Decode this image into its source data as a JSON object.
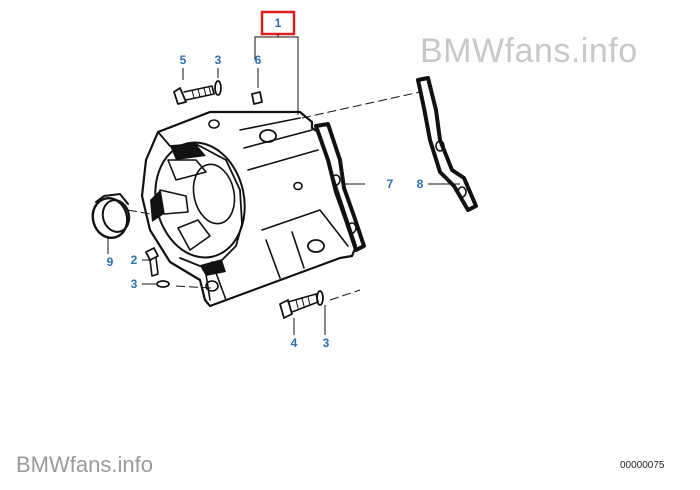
{
  "watermark_top": "BMWfans.info",
  "watermark_bottom": "BMWfans.info",
  "drawing_number": "00000075",
  "callouts": {
    "c1": "1",
    "c2": "2",
    "c3a": "3",
    "c3b": "3",
    "c3c": "3",
    "c4": "4",
    "c5": "5",
    "c6": "6",
    "c7": "7",
    "c8": "8",
    "c9": "9"
  },
  "colors": {
    "callout": "#2d6fb0",
    "highlight_box": "#e02020",
    "watermark": "#c8c8c8"
  }
}
